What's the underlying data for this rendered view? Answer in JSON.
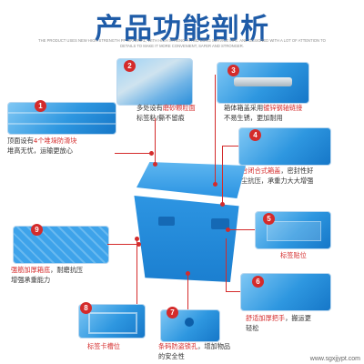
{
  "title": "产品功能剖析",
  "subtitle": "THE PRODUCT USES NEW HIGH STRENGTH PP MATERIAL, WITH HIGH STRENGTH AND LONG SERVICE LIFE. AND DESIGNED WITH A LOT OF ATTENTION TO DETAILS TO MAKE IT MORE CONVENIENT, SAFER AND STRONGER.",
  "callouts": {
    "c1": {
      "num": "1",
      "a": "顶面设有",
      "hl": "4个堆垛防滑块",
      "b": "堆高无忧，运输更放心"
    },
    "c2": {
      "num": "2",
      "a": "多处设有",
      "hl": "磨砂颗粒面",
      "b": "标签粘/撕不留痕"
    },
    "c3": {
      "num": "3",
      "a": "箱体箱盖采用",
      "hl": "镀锌钢轴链接",
      "b": "不易生锈，更加耐用"
    },
    "c4": {
      "num": "4",
      "hl": "咬合闭合式箱盖",
      "a": "，密封性好",
      "b": "防尘抗压，承重力大大增强"
    },
    "c5": {
      "num": "5",
      "hl": "标签贴位"
    },
    "c6": {
      "num": "6",
      "hl": "舒适加厚把手",
      "a": "，搬运更",
      "b": "轻松"
    },
    "c7": {
      "num": "7",
      "hl": "条码防盗锁孔",
      "a": "，增加物品",
      "b": "的安全性"
    },
    "c8": {
      "num": "8",
      "hl": "标签卡槽位"
    },
    "c9": {
      "num": "9",
      "hl": "强筋加厚箱底",
      "a": "，耐磨抗压",
      "b": "增强承重能力"
    }
  },
  "watermark": "www.sgxjjypt.com",
  "colors": {
    "title": "#1f5ca8",
    "accent": "#d42b2b",
    "product": "#2a93e2"
  }
}
